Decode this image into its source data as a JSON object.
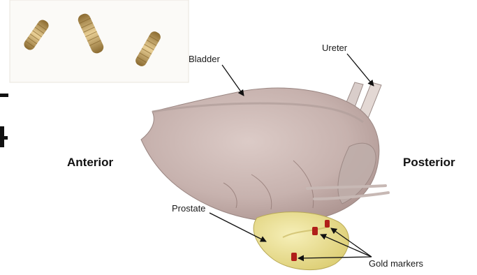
{
  "labels": {
    "bladder": "Bladder",
    "ureter": "Ureter",
    "prostate": "Prostate",
    "gold_markers": "Gold markers",
    "anterior": "Anterior",
    "posterior": "Posterior"
  },
  "colors": {
    "bladder_fill": "#cbb7b3",
    "bladder_shade": "#a8908d",
    "prostate_fill": "#efe49a",
    "marker_red": "#b01f1a",
    "gold_seed": "#c9a565",
    "arrow": "#111111"
  }
}
